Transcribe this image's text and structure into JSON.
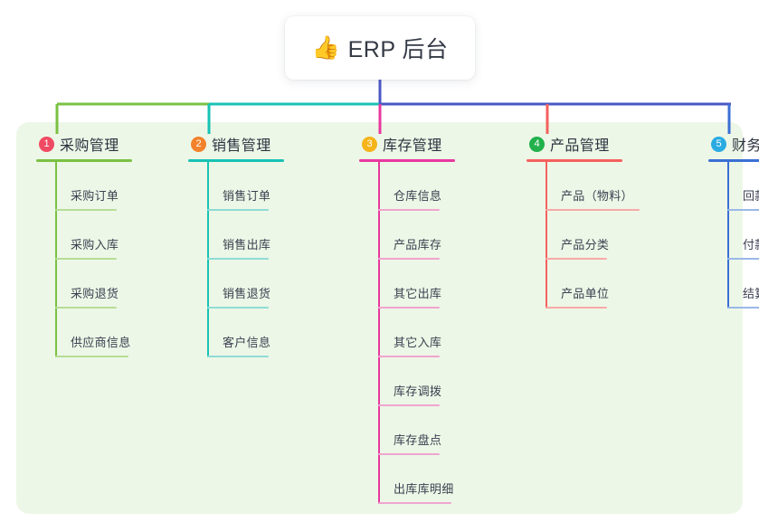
{
  "diagram": {
    "type": "mind-map",
    "title": "ERP 后台",
    "root": {
      "emoji": "👍",
      "emoji_name": "thumbs-up-icon",
      "label": "ERP 后台"
    },
    "canvas_color": "#edf7e7",
    "branches": [
      {
        "number": "1",
        "label": "采购管理",
        "badge_color": "#f04a63",
        "line_color": "#7ac143",
        "leaf_color": "#b6dd97",
        "connector_color": "#7ac143",
        "leaves": [
          "采购订单",
          "采购入库",
          "采购退货",
          "供应商信息"
        ]
      },
      {
        "number": "2",
        "label": "销售管理",
        "badge_color": "#f2822b",
        "line_color": "#18c2b4",
        "leaf_color": "#8fdcd5",
        "connector_color": "#18c2b4",
        "leaves": [
          "销售订单",
          "销售出库",
          "销售退货",
          "客户信息"
        ]
      },
      {
        "number": "3",
        "label": "库存管理",
        "badge_color": "#f5b41a",
        "line_color": "#e8389f",
        "leaf_color": "#f0a5cf",
        "connector_color": "#e8389f",
        "leaves": [
          "仓库信息",
          "产品库存",
          "其它出库",
          "其它入库",
          "库存调拨",
          "库存盘点",
          "出库库明细"
        ]
      },
      {
        "number": "4",
        "label": "产品管理",
        "badge_color": "#22b14c",
        "line_color": "#f4615e",
        "leaf_color": "#f7aaa7",
        "connector_color": "#f4615e",
        "leaves": [
          "产品（物料）",
          "产品分类",
          "产品单位"
        ]
      },
      {
        "number": "5",
        "label": "财务管理",
        "badge_color": "#2aabe2",
        "line_color": "#3b6fd4",
        "leaf_color": "#9ab8e8",
        "connector_color": "#3b6fd4",
        "leaves": [
          "回款单",
          "付款单",
          "结算账户"
        ]
      }
    ],
    "trunk": {
      "color": "#4a57c4",
      "segments": [
        {
          "color": "#7ac143"
        },
        {
          "color": "#18c2b4"
        },
        {
          "color": "#4a57c4"
        },
        {
          "color": "#4a57c4"
        }
      ]
    }
  }
}
